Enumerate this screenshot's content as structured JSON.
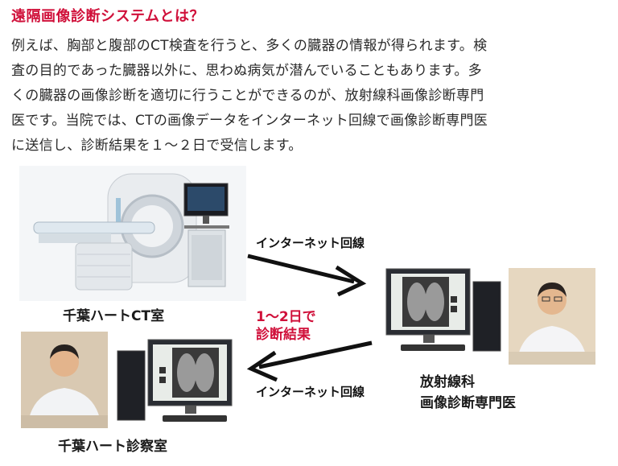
{
  "heading": "遠隔画像診断システムとは？",
  "paragraph_lines": [
    "例えば、胸部と腹部のCT検査を行うと、多くの臓器の情報が得られます。検",
    "査の目的であった臓器以外に、思わぬ病気が潜んでいることもあります。多",
    "くの臓器の画像診断を適切に行うことができるのが、放射線科画像診断専門",
    "医です。当院では、CTの画像データをインターネット回線で画像診断専門医",
    "に送信し、診断結果を１～２日で受信します。"
  ],
  "nodes": {
    "ct_room": "千葉ハートCT室",
    "radiologist_line1": "放射線科",
    "radiologist_line2": "画像診断専門医",
    "clinic_room": "千葉ハート診察室"
  },
  "arrows": {
    "upload_label": "インターネット回線",
    "return_label": "インターネット回線",
    "result_line1": "1～2日で",
    "result_line2": "診断結果"
  },
  "colors": {
    "heading": "#d0103a",
    "result_text": "#d0103a",
    "arrow": "#111111"
  }
}
